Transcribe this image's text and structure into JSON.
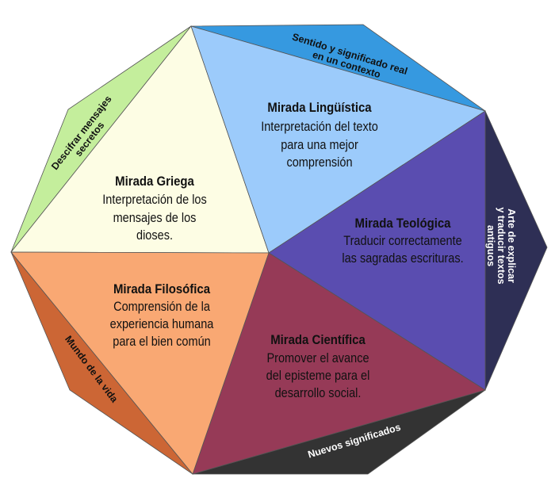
{
  "colors": {
    "greek": "#fdfde4",
    "linguistic": "#9ccbfb",
    "theological": "#5a4db0",
    "scientific": "#963a57",
    "philosophical": "#f9a873",
    "strip_green": "#c4ee9c",
    "strip_blue": "#3699e0",
    "strip_navy": "#2e2f55",
    "strip_gray": "#333333",
    "strip_brown": "#cc6635"
  },
  "sections": {
    "linguistic": {
      "title": "Mirada Lingüística",
      "lines": [
        "Interpretación del texto",
        "para una mejor",
        "comprensión"
      ]
    },
    "greek": {
      "title": "Mirada Griega",
      "lines": [
        "Interpretación de los",
        "mensajes de los",
        "dioses."
      ]
    },
    "theological": {
      "title": "Mirada Teológica",
      "lines": [
        "Traducir correctamente",
        "las sagradas escrituras."
      ]
    },
    "philosophical": {
      "title": "Mirada Filosófica",
      "lines": [
        "Comprensión de la",
        "experiencia humana",
        "para el bien común"
      ]
    },
    "scientific": {
      "title": "Mirada Científica",
      "lines": [
        "Promover el avance",
        "del episteme para el",
        "desarrollo social."
      ]
    }
  },
  "strips": {
    "green": [
      "Descifrar mensajes",
      "secretos"
    ],
    "blue": [
      "Sentido y significado real",
      "en un contexto"
    ],
    "navy": [
      "Arte de explicar",
      "y traducir textos",
      "antiguos"
    ],
    "gray": [
      "Nuevos significados"
    ],
    "brown": [
      "Mundo de la vida"
    ]
  }
}
